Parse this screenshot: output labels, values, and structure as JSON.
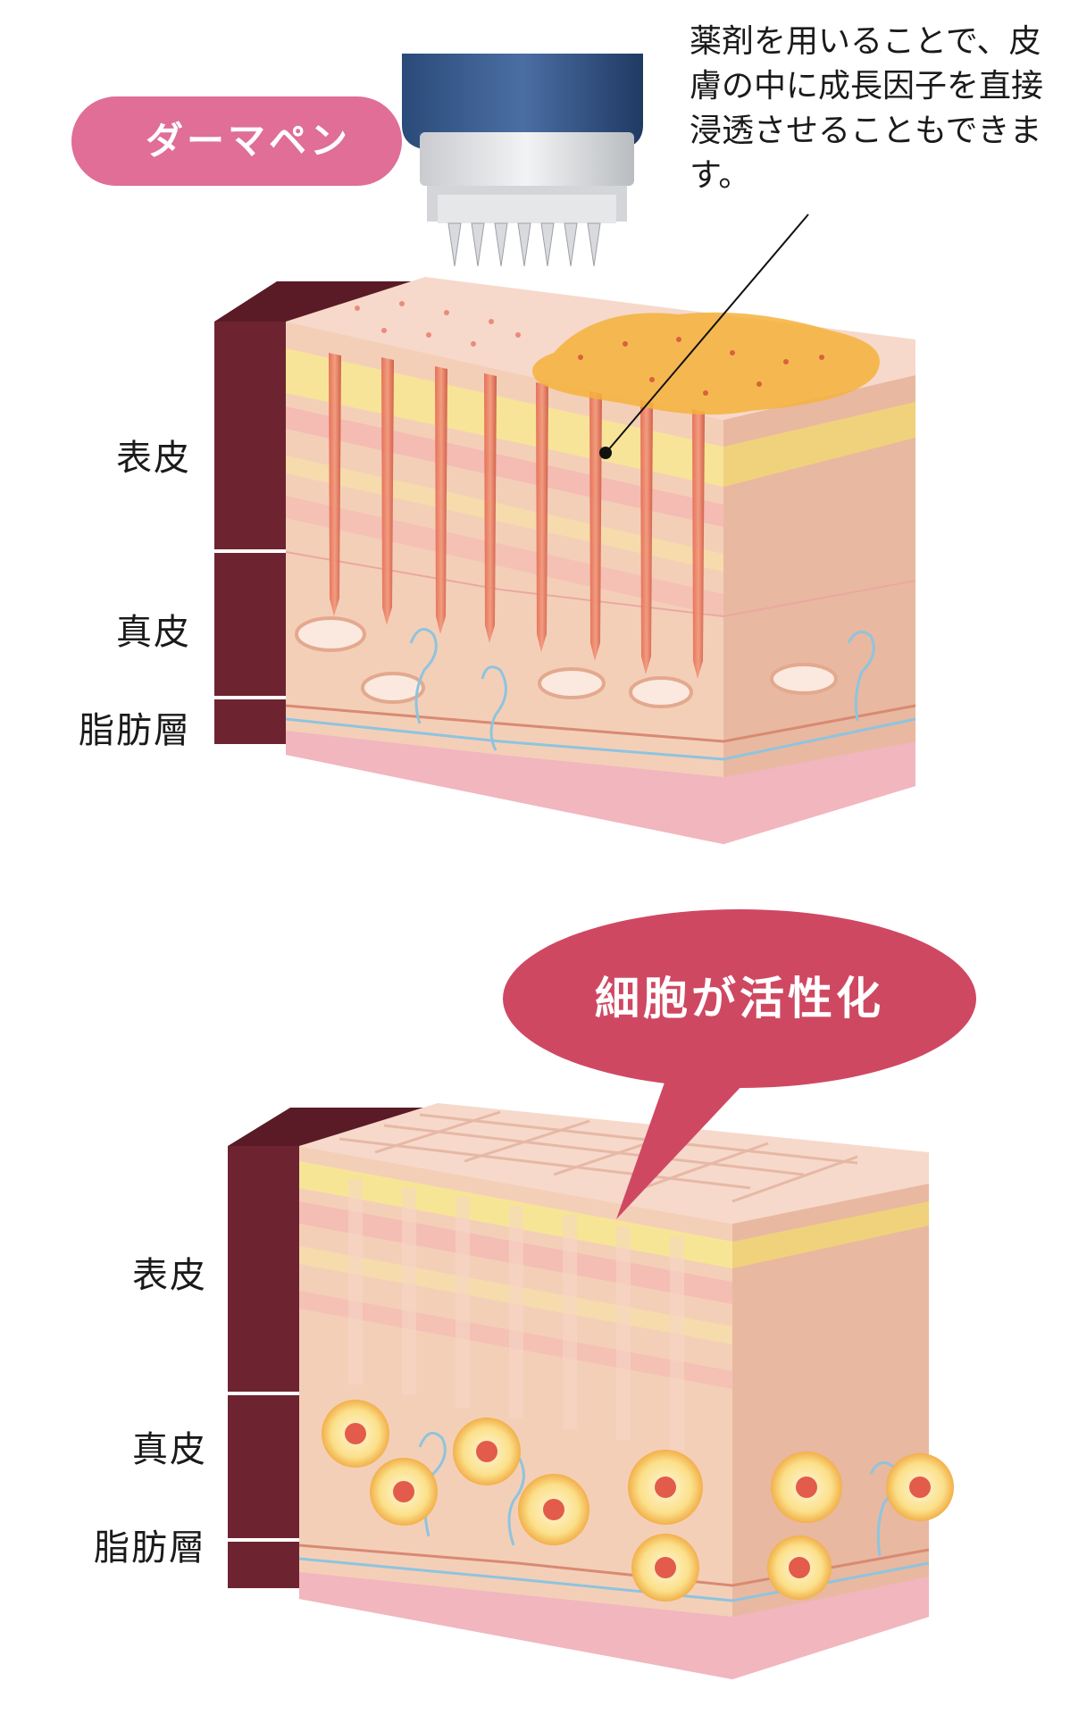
{
  "device": {
    "label": "ダーマペン"
  },
  "note": {
    "text": "薬剤を用いることで、皮膚の中に成長因子を直接浸透させることもできます。"
  },
  "top_diagram": {
    "layers": [
      {
        "label": "表皮"
      },
      {
        "label": "真皮"
      },
      {
        "label": "脂肪層"
      }
    ]
  },
  "bottom_diagram": {
    "layers": [
      {
        "label": "表皮"
      },
      {
        "label": "真皮"
      },
      {
        "label": "脂肪層"
      }
    ]
  },
  "bubble": {
    "text": "細胞が活性化"
  },
  "colors": {
    "bar": "#6e2430",
    "pill": "#e06e97",
    "bubble": "#cf4862",
    "skin_top": "#f6d7c8",
    "skin_front": "#f1c9b1",
    "skin_side": "#e8b49a",
    "yellow_band": "#f6e68f",
    "fat": "#f1b4be",
    "vessel": "#8ec4df",
    "needle": "#de6a55",
    "drug": "#f4b13b",
    "device_body": "#2d4f7e"
  }
}
